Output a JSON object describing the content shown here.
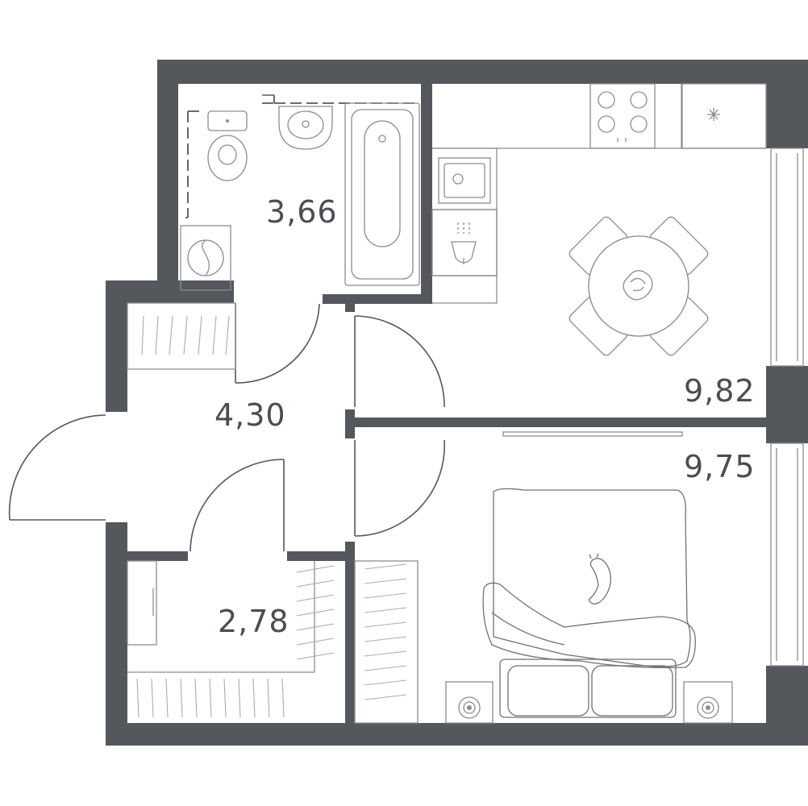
{
  "rooms": {
    "bathroom": {
      "area": "3,66"
    },
    "hallway": {
      "area": "4,30"
    },
    "kitchen": {
      "area": "9,82"
    },
    "bedroom": {
      "area": "9,75"
    },
    "wardrobe": {
      "area": "2,78"
    }
  },
  "colors": {
    "wall": "#54575c",
    "furniture": "#8a8d91",
    "text": "#4a4d52"
  }
}
